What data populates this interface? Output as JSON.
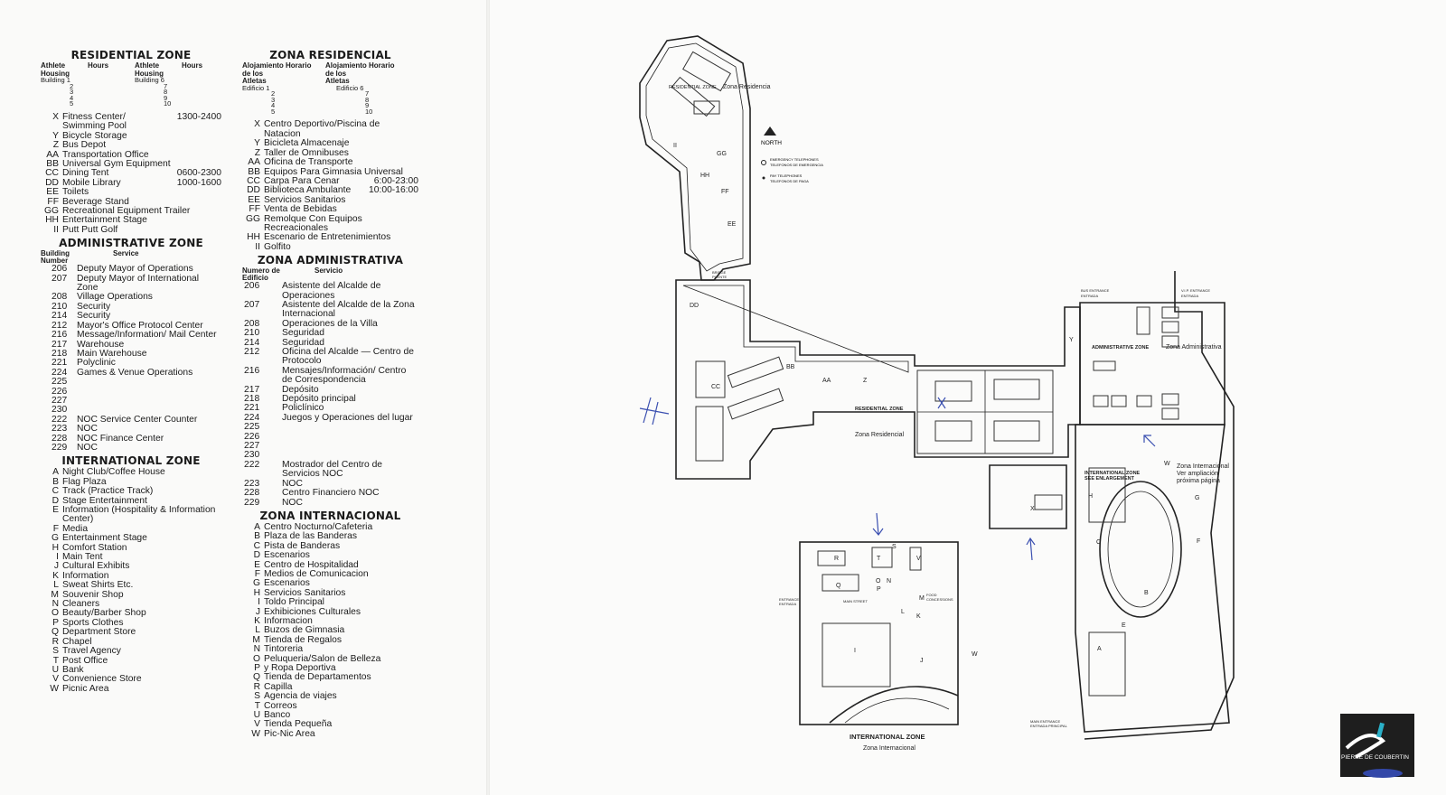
{
  "legend_en": {
    "residential": {
      "title": "RESIDENTIAL ZONE",
      "headers": [
        "Athlete Housing",
        "Hours",
        "Athlete Housing",
        "Hours"
      ],
      "buildings_left": [
        "Building 1",
        "2",
        "3",
        "4",
        "5"
      ],
      "buildings_right": [
        "Building 6",
        "7",
        "8",
        "9",
        "10"
      ],
      "items": [
        {
          "code": "X",
          "label": "Fitness Center/ Swimming Pool",
          "hours": "1300-2400"
        },
        {
          "code": "Y",
          "label": "Bicycle Storage",
          "hours": ""
        },
        {
          "code": "Z",
          "label": "Bus Depot",
          "hours": ""
        },
        {
          "code": "AA",
          "label": "Transportation Office",
          "hours": ""
        },
        {
          "code": "BB",
          "label": "Universal Gym Equipment",
          "hours": ""
        },
        {
          "code": "CC",
          "label": "Dining Tent",
          "hours": "0600-2300"
        },
        {
          "code": "DD",
          "label": "Mobile Library",
          "hours": "1000-1600"
        },
        {
          "code": "EE",
          "label": "Toilets",
          "hours": ""
        },
        {
          "code": "FF",
          "label": "Beverage Stand",
          "hours": ""
        },
        {
          "code": "GG",
          "label": "Recreational Equipment Trailer",
          "hours": ""
        },
        {
          "code": "HH",
          "label": "Entertainment Stage",
          "hours": ""
        },
        {
          "code": "II",
          "label": "Putt Putt Golf",
          "hours": ""
        }
      ]
    },
    "administrative": {
      "title": "ADMINISTRATIVE ZONE",
      "headers": [
        "Building Number",
        "Service"
      ],
      "items": [
        {
          "code": "206",
          "label": "Deputy Mayor of Operations"
        },
        {
          "code": "207",
          "label": "Deputy Mayor of International Zone"
        },
        {
          "code": "208",
          "label": "Village Operations"
        },
        {
          "code": "210",
          "label": "Security"
        },
        {
          "code": "214",
          "label": "Security"
        },
        {
          "code": "212",
          "label": "Mayor's Office Protocol Center"
        },
        {
          "code": "216",
          "label": "Message/Information/ Mail Center"
        },
        {
          "code": "217",
          "label": "Warehouse"
        },
        {
          "code": "218",
          "label": "Main Warehouse"
        },
        {
          "code": "221",
          "label": "Polyclinic"
        },
        {
          "code": "224",
          "label": "Games & Venue Operations"
        },
        {
          "code": "225",
          "label": ""
        },
        {
          "code": "226",
          "label": ""
        },
        {
          "code": "227",
          "label": ""
        },
        {
          "code": "230",
          "label": ""
        },
        {
          "code": "222",
          "label": "NOC Service Center Counter"
        },
        {
          "code": "223",
          "label": "NOC"
        },
        {
          "code": "228",
          "label": "NOC Finance Center"
        },
        {
          "code": "229",
          "label": "NOC"
        }
      ]
    },
    "international": {
      "title": "INTERNATIONAL ZONE",
      "items": [
        {
          "code": "A",
          "label": "Night Club/Coffee House"
        },
        {
          "code": "B",
          "label": "Flag Plaza"
        },
        {
          "code": "C",
          "label": "Track (Practice Track)"
        },
        {
          "code": "D",
          "label": "Stage Entertainment"
        },
        {
          "code": "E",
          "label": "Information (Hospitality & Information Center)"
        },
        {
          "code": "F",
          "label": "Media"
        },
        {
          "code": "G",
          "label": "Entertainment Stage"
        },
        {
          "code": "H",
          "label": "Comfort Station"
        },
        {
          "code": "I",
          "label": "Main Tent"
        },
        {
          "code": "J",
          "label": "Cultural Exhibits"
        },
        {
          "code": "K",
          "label": "Information"
        },
        {
          "code": "L",
          "label": "Sweat Shirts Etc."
        },
        {
          "code": "M",
          "label": "Souvenir Shop"
        },
        {
          "code": "N",
          "label": "Cleaners"
        },
        {
          "code": "O",
          "label": "Beauty/Barber Shop"
        },
        {
          "code": "P",
          "label": "Sports Clothes"
        },
        {
          "code": "Q",
          "label": "Department Store"
        },
        {
          "code": "R",
          "label": "Chapel"
        },
        {
          "code": "S",
          "label": "Travel Agency"
        },
        {
          "code": "T",
          "label": "Post Office"
        },
        {
          "code": "U",
          "label": "Bank"
        },
        {
          "code": "V",
          "label": "Convenience Store"
        },
        {
          "code": "W",
          "label": "Picnic Area"
        }
      ]
    }
  },
  "legend_es": {
    "residential": {
      "title": "ZONA RESIDENCIAL",
      "headers": [
        "Alojamiento de los Atletas",
        "Horario",
        "Alojamiento de los Atletas",
        "Horario"
      ],
      "buildings_left": [
        "Edificio 1",
        "2",
        "3",
        "4",
        "5"
      ],
      "buildings_right": [
        "Edificio 6",
        "7",
        "8",
        "9",
        "10"
      ],
      "items": [
        {
          "code": "X",
          "label": "Centro Deportivo/Piscina de Natacion",
          "hours": ""
        },
        {
          "code": "Y",
          "label": "Bicicleta Almacenaje",
          "hours": ""
        },
        {
          "code": "Z",
          "label": "Taller de Omnibuses",
          "hours": ""
        },
        {
          "code": "AA",
          "label": "Oficina de Transporte",
          "hours": ""
        },
        {
          "code": "BB",
          "label": "Equipos Para Gimnasia Universal",
          "hours": ""
        },
        {
          "code": "CC",
          "label": "Carpa Para Cenar",
          "hours": "6:00-23:00"
        },
        {
          "code": "DD",
          "label": "Biblioteca Ambulante",
          "hours": "10:00-16:00"
        },
        {
          "code": "EE",
          "label": "Servicios Sanitarios",
          "hours": ""
        },
        {
          "code": "FF",
          "label": "Venta de Bebidas",
          "hours": ""
        },
        {
          "code": "GG",
          "label": "Remolque Con Equipos Recreacionales",
          "hours": ""
        },
        {
          "code": "HH",
          "label": "Escenario de Entretenimientos",
          "hours": ""
        },
        {
          "code": "II",
          "label": "Golfito",
          "hours": ""
        }
      ]
    },
    "administrative": {
      "title": "ZONA ADMINISTRATIVA",
      "headers": [
        "Numero de Edificio",
        "Servicio"
      ],
      "items": [
        {
          "code": "206",
          "label": "Asistente del Alcalde de Operaciones"
        },
        {
          "code": "207",
          "label": "Asistente del Alcalde de la Zona Internacional"
        },
        {
          "code": "208",
          "label": "Operaciones de la Villa"
        },
        {
          "code": "210",
          "label": "Seguridad"
        },
        {
          "code": "214",
          "label": "Seguridad"
        },
        {
          "code": "212",
          "label": "Oficina del Alcalde — Centro de Protocolo"
        },
        {
          "code": "216",
          "label": "Mensajes/Información/ Centro de Correspondencia"
        },
        {
          "code": "217",
          "label": "Depósito"
        },
        {
          "code": "218",
          "label": "Depósito principal"
        },
        {
          "code": "221",
          "label": "Policlínico"
        },
        {
          "code": "224",
          "label": "Juegos y Operaciones del lugar"
        },
        {
          "code": "225",
          "label": ""
        },
        {
          "code": "226",
          "label": ""
        },
        {
          "code": "227",
          "label": ""
        },
        {
          "code": "230",
          "label": ""
        },
        {
          "code": "222",
          "label": "Mostrador del Centro de Servicios NOC"
        },
        {
          "code": "223",
          "label": "NOC"
        },
        {
          "code": "228",
          "label": "Centro Financiero NOC"
        },
        {
          "code": "229",
          "label": "NOC"
        }
      ]
    },
    "international": {
      "title": "ZONA INTERNACIONAL",
      "items": [
        {
          "code": "A",
          "label": "Centro Nocturno/Cafeteria"
        },
        {
          "code": "B",
          "label": "Plaza de las Banderas"
        },
        {
          "code": "C",
          "label": "Pista de Banderas"
        },
        {
          "code": "D",
          "label": "Escenarios"
        },
        {
          "code": "E",
          "label": "Centro de Hospitalidad"
        },
        {
          "code": "F",
          "label": "Medios de Comunicacion"
        },
        {
          "code": "G",
          "label": "Escenarios"
        },
        {
          "code": "H",
          "label": "Servicios Sanitarios"
        },
        {
          "code": "I",
          "label": "Toldo Principal"
        },
        {
          "code": "J",
          "label": "Exhibiciones Culturales"
        },
        {
          "code": "K",
          "label": "Informacion"
        },
        {
          "code": "L",
          "label": "Buzos de Gimnasia"
        },
        {
          "code": "M",
          "label": "Tienda de Regalos"
        },
        {
          "code": "N",
          "label": "Tintoreria"
        },
        {
          "code": "O",
          "label": "Peluqueria/Salon de Belleza"
        },
        {
          "code": "P",
          "label": "y Ropa Deportiva"
        },
        {
          "code": "Q",
          "label": "Tienda de Departamentos"
        },
        {
          "code": "R",
          "label": "Capilla"
        },
        {
          "code": "S",
          "label": "Agencia de viajes"
        },
        {
          "code": "T",
          "label": "Correos"
        },
        {
          "code": "U",
          "label": "Banco"
        },
        {
          "code": "V",
          "label": "Tienda Pequeña"
        },
        {
          "code": "W",
          "label": "Pic-Nic Area"
        }
      ]
    }
  },
  "map": {
    "residential_zone_north": "RESIDENTIAL ZONE",
    "zona_residencia_north": "Zona Residencia",
    "north": "NORTH",
    "emergency_tel_en": "EMERGENCY TELEPHONES",
    "emergency_tel_es": "TELEFONOS DE EMERGENCIA",
    "pay_tel_en": "PAY TELEPHONES",
    "pay_tel_es": "TELEFONOS DE PAGA",
    "bridge_en": "BRIDGE",
    "bridge_es": "PUENTE",
    "bus_entrance_en": "BUS ENTRANCE",
    "bus_entrance_es": "ENTRADA",
    "vip_entrance_en": "V.I.P. ENTRANCE",
    "vip_entrance_es": "ENTRADA",
    "admin_zone": "ADMINISTRATIVE ZONE",
    "zona_admin": "Zona Administrativa",
    "residential_zone_mid": "RESIDENTIAL ZONE",
    "zona_residencial_mid": "Zona Residencial",
    "int_zone_see": "INTERNATIONAL ZONE",
    "see_enlargement": "SEE ENLARGEMENT",
    "zona_int_1": "Zona Internacional",
    "zona_int_2": "Ver ampliación",
    "zona_int_3": "próxima página",
    "int_zone_bottom": "INTERNATIONAL ZONE",
    "zona_int_bottom": "Zona Internacional",
    "main_street": "MAIN STREET",
    "entrance_en": "ENTRANCE",
    "entrance_es": "ENTRADA",
    "food_en": "FOOD",
    "food_es": "CONCESSIONS",
    "main_entrance_en": "MAIN ENTRANCE",
    "main_entrance_es": "ENTRADA PRINCIPAL",
    "logo_text": "PIERRE DE COUBERTIN",
    "ink_color": "#222222",
    "pen_color": "#3a4fb0"
  }
}
